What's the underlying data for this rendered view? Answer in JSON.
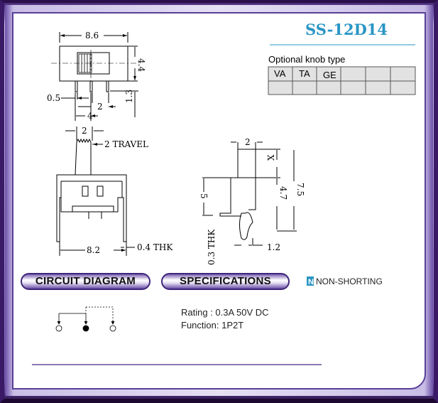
{
  "title": "SS-12D14",
  "knob_table": {
    "label": "Optional knob type",
    "row1": [
      "VA",
      "TA",
      "GE",
      "",
      "",
      ""
    ],
    "row2": [
      "",
      "",
      "",
      "",
      "",
      ""
    ]
  },
  "dimensions": {
    "top_width": "8.6",
    "top_height": "4.4",
    "pin_width": "0.5",
    "pin_pitch": "2",
    "pin_span": "4",
    "pin_length": "1.3",
    "knob_width": "2",
    "travel": "2 TRAVEL",
    "front_width": "8.2",
    "front_thk": "0.4 THK",
    "side_knob_width": "2",
    "side_x": "X",
    "side_body": "4.7",
    "side_total": "7.5",
    "side_left": "5",
    "side_thk": "0.3 THK",
    "side_offset": "1.2"
  },
  "sections": {
    "circuit": "CIRCUIT DIAGRAM",
    "specs": "SPECIFICATIONS",
    "non_shorting_icon_letter": "N",
    "non_shorting": "NON-SHORTING"
  },
  "specs": {
    "rating": "Rating : 0.3A 50V DC",
    "function": "Function: 1P2T"
  },
  "colors": {
    "title": "#2a95c4",
    "frame": "#5a3f98"
  }
}
